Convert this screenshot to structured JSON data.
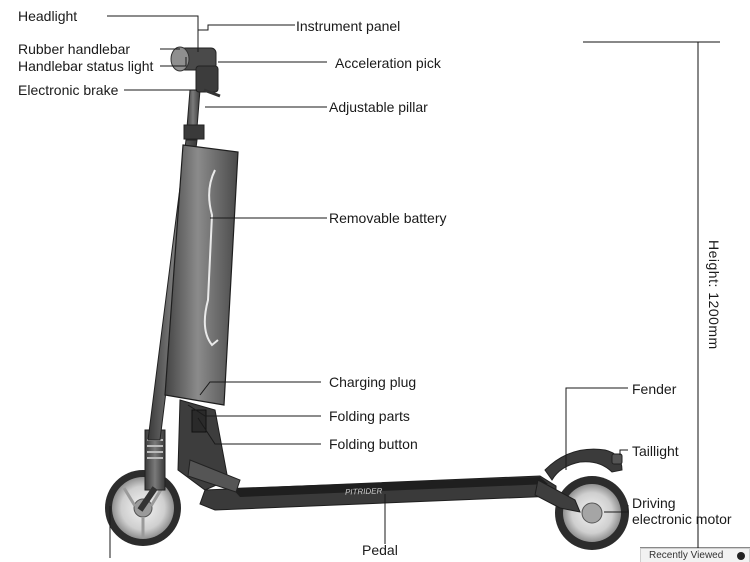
{
  "diagram": {
    "labels": {
      "headlight": "Headlight",
      "rubber_handlebar": "Rubber handlebar",
      "handlebar_status_light": "Handlebar status light",
      "electronic_brake": "Electronic brake",
      "instrument_panel": "Instrument panel",
      "acceleration_pick": "Acceleration pick",
      "adjustable_pillar": "Adjustable pillar",
      "removable_battery": "Removable battery",
      "charging_plug": "Charging plug",
      "folding_parts": "Folding parts",
      "folding_button": "Folding button",
      "fender": "Fender",
      "taillight": "Taillight",
      "driving_motor_line1": "Driving",
      "driving_motor_line2": "electronic motor",
      "pedal": "Pedal"
    },
    "height_label": "Height: 1200mm",
    "brand_mark": "PITRIDER"
  },
  "overlay": {
    "recently_viewed": "Recently Viewed"
  }
}
